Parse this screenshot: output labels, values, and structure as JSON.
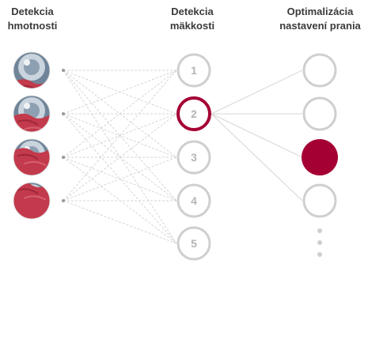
{
  "columns": {
    "weight": {
      "line1": "Detekcia",
      "line2": "hmotnosti"
    },
    "softness": {
      "line1": "Detekcia",
      "line2": "mäkkosti"
    },
    "optimization": {
      "line1": "Optimalizácia",
      "line2": "nastavení prania"
    }
  },
  "weight_nodes": [
    {
      "fabric_level": 0.25
    },
    {
      "fabric_level": 0.5
    },
    {
      "fabric_level": 0.75
    },
    {
      "fabric_level": 1.0
    }
  ],
  "softness_nodes": [
    "1",
    "2",
    "3",
    "4",
    "5"
  ],
  "softness_selected_index": 1,
  "optimization_nodes": 4,
  "optimization_selected_index": 2,
  "more_indicator": "⋮",
  "colors": {
    "accent": "#a50034",
    "node_gray": "#cfcfcf",
    "line_gray": "#d6d6d6",
    "text": "#3a3a3a"
  }
}
